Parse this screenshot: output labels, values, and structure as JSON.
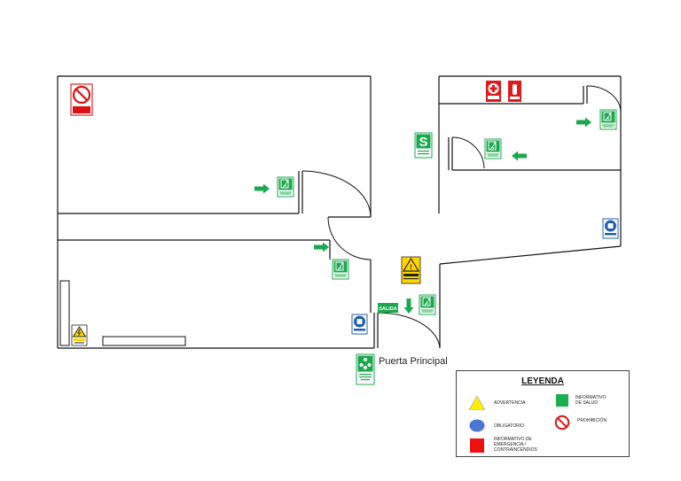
{
  "entrance_label": "Puerta Principal",
  "legend": {
    "title": "LEYENDA",
    "items": [
      {
        "key": "advertencia",
        "label": "ADVERTENCIA",
        "shape": "triangle",
        "color": "#ffee00"
      },
      {
        "key": "obligatorio",
        "label": "OBLIGATORIO",
        "shape": "circle",
        "color": "#4a78d0"
      },
      {
        "key": "emergencia",
        "label": "INFORMATIVO DE\nEMERGENCIA /\nCONTRAINCENDIOS",
        "shape": "square",
        "color": "#ee1111"
      },
      {
        "key": "salud",
        "label": "INFORMATIVO\nDE SALUD",
        "shape": "square",
        "color": "#18b050"
      },
      {
        "key": "prohibicion",
        "label": "PROHIBICIÓN",
        "shape": "prohibition",
        "color": "#dd1111"
      }
    ]
  },
  "signs": {
    "salida_label": "SALIDA",
    "s_symbol": "S",
    "caution_symbol": "!"
  },
  "colors": {
    "wall": "#111111",
    "exit_green": "#1aa84c",
    "safety_blue": "#1e5fb0",
    "warning_yellow": "#ffd400",
    "fire_red": "#e01a1a"
  }
}
